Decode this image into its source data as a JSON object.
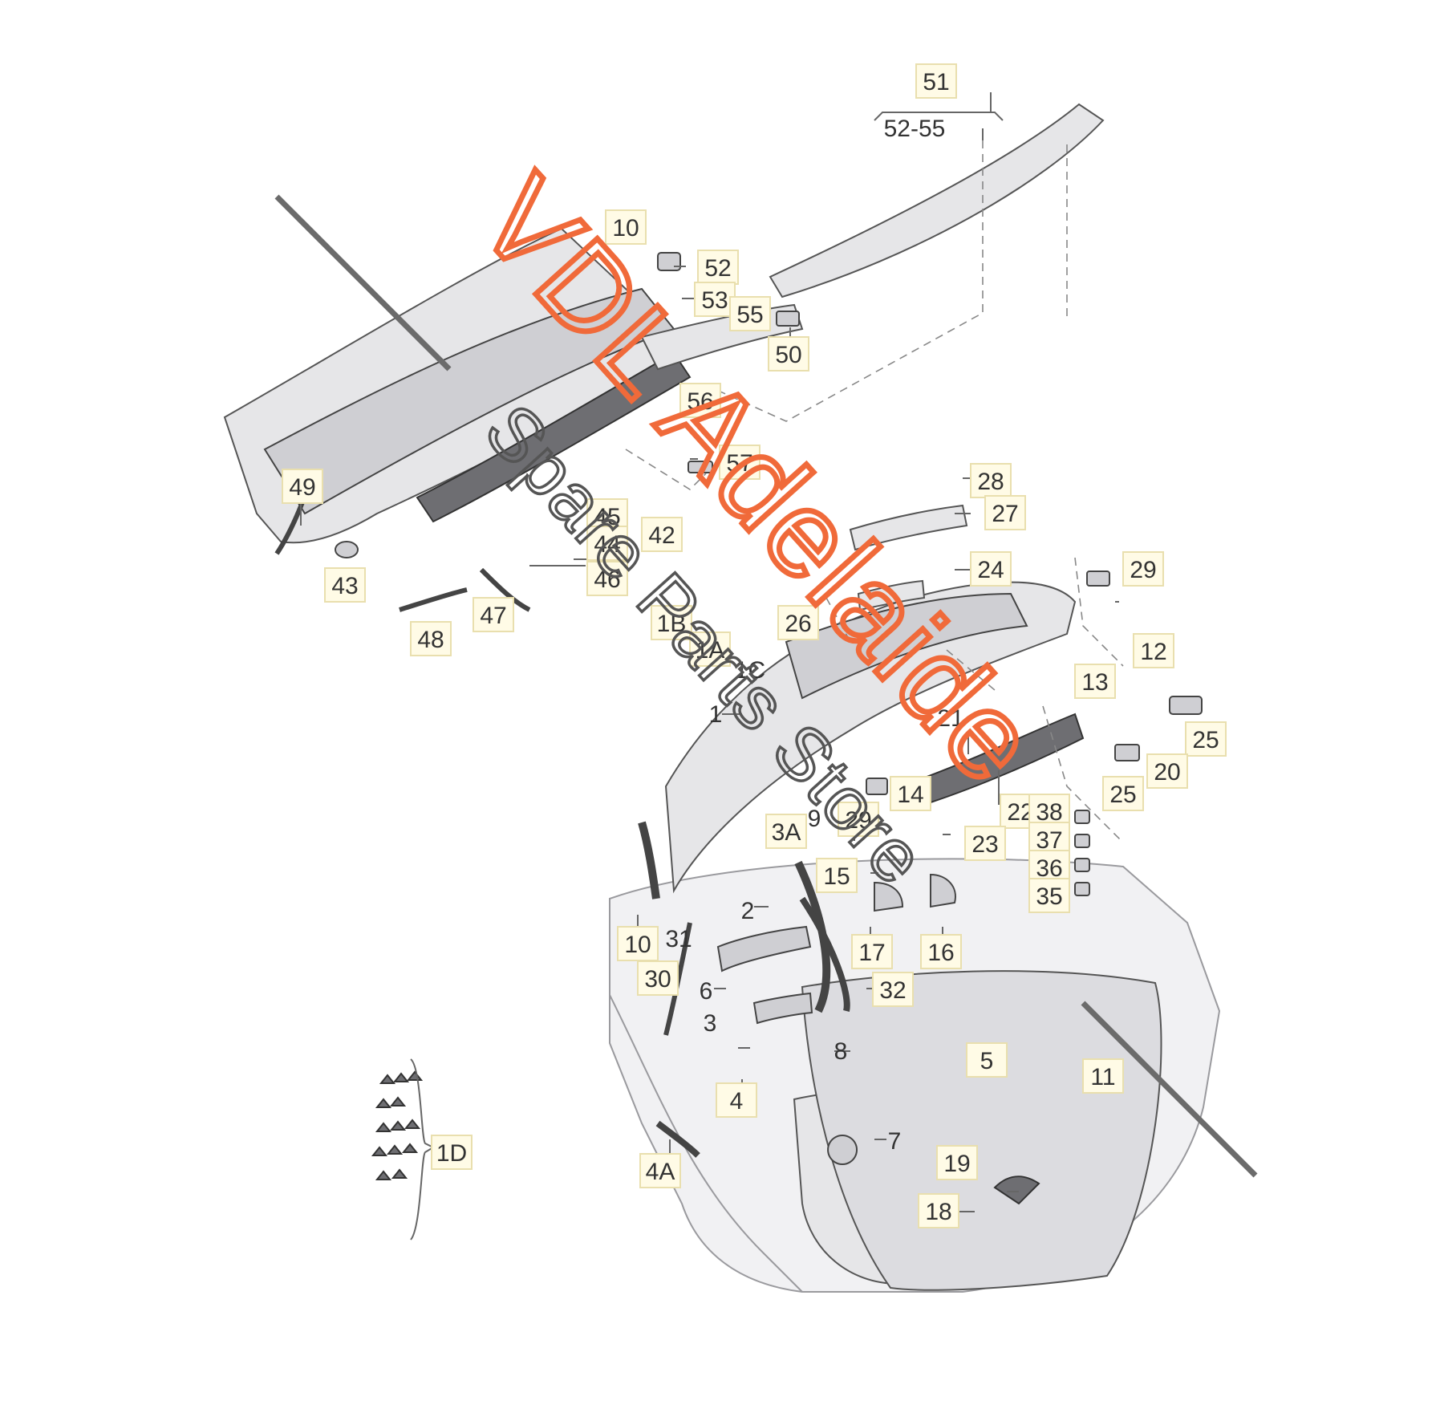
{
  "watermark": {
    "main": "VDL Adelaide",
    "sub": "Spare Parts Store",
    "main_color": "#f06a3a",
    "sub_color": "#555555"
  },
  "labels": {
    "l51": "51",
    "l52_55": "52-55",
    "l10a": "10",
    "l52": "52",
    "l53": "53",
    "l55": "55",
    "l50": "50",
    "l56": "56",
    "l57": "57",
    "l49": "49",
    "l43": "43",
    "l45": "45",
    "l44": "44",
    "l42": "42",
    "l46": "46",
    "l47": "47",
    "l48": "48",
    "l28": "28",
    "l27": "27",
    "l24": "24",
    "l29a": "29",
    "l26": "26",
    "l1b": "1B",
    "l1a": "1A",
    "l1c": "1C",
    "l12": "12",
    "l13": "13",
    "l1": "1",
    "l21": "21",
    "l25a": "25",
    "l20": "20",
    "l25b": "25",
    "l22": "22",
    "l29b": "29",
    "l14": "14",
    "l38": "38",
    "l37": "37",
    "l36": "36",
    "l35": "35",
    "l23": "23",
    "l3a": "3A",
    "l9": "9",
    "l15": "15",
    "l10b": "10",
    "l31": "31",
    "l2": "2",
    "l17": "17",
    "l16": "16",
    "l30": "30",
    "l6": "6",
    "l32": "32",
    "l3": "3",
    "l8": "8",
    "l5": "5",
    "l11": "11",
    "l4": "4",
    "l1d": "1D",
    "l7": "7",
    "l19": "19",
    "l4a": "4A",
    "l18": "18"
  }
}
